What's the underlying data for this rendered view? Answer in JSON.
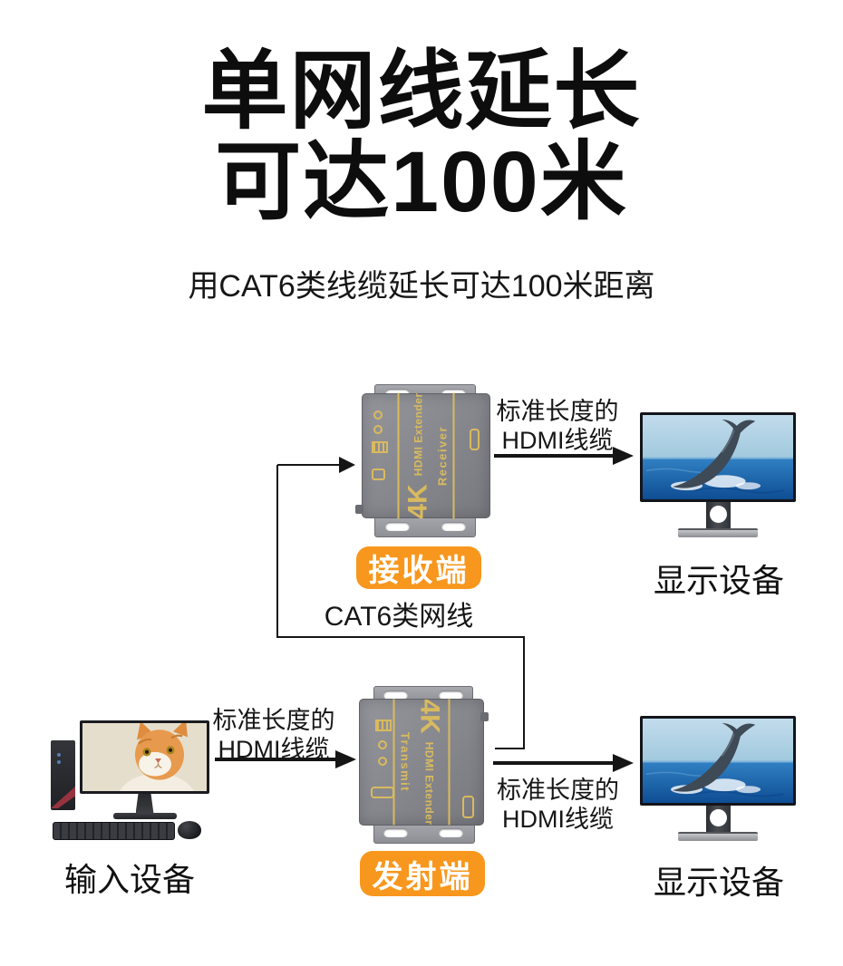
{
  "header": {
    "title_line1": "单网线延长",
    "title_line2": "可达100米",
    "subtitle": "用CAT6类线缆延长可达100米距离"
  },
  "diagram": {
    "receiver_unit": {
      "badge": "接收端",
      "print_4k": "4K",
      "print_name": "HDMI Extender",
      "print_role": "Receiver"
    },
    "transmitter_unit": {
      "badge": "发射端",
      "print_4k": "4K",
      "print_name": "HDMI Extender",
      "print_role": "Transmit"
    },
    "cable_labels": {
      "hdmi_top": {
        "line1": "标准长度的",
        "line2": "HDMI线缆"
      },
      "hdmi_input": {
        "line1": "标准长度的",
        "line2": "HDMI线缆"
      },
      "hdmi_bottom": {
        "line1": "标准长度的",
        "line2": "HDMI线缆"
      },
      "cat6": "CAT6类网线"
    },
    "endpoint_labels": {
      "display_top": "显示设备",
      "display_bottom": "显示设备",
      "input_device": "输入设备"
    },
    "colors": {
      "badge_orange": "#F8971D",
      "device_print": "#D9BA5E",
      "line_black": "#151515"
    }
  }
}
